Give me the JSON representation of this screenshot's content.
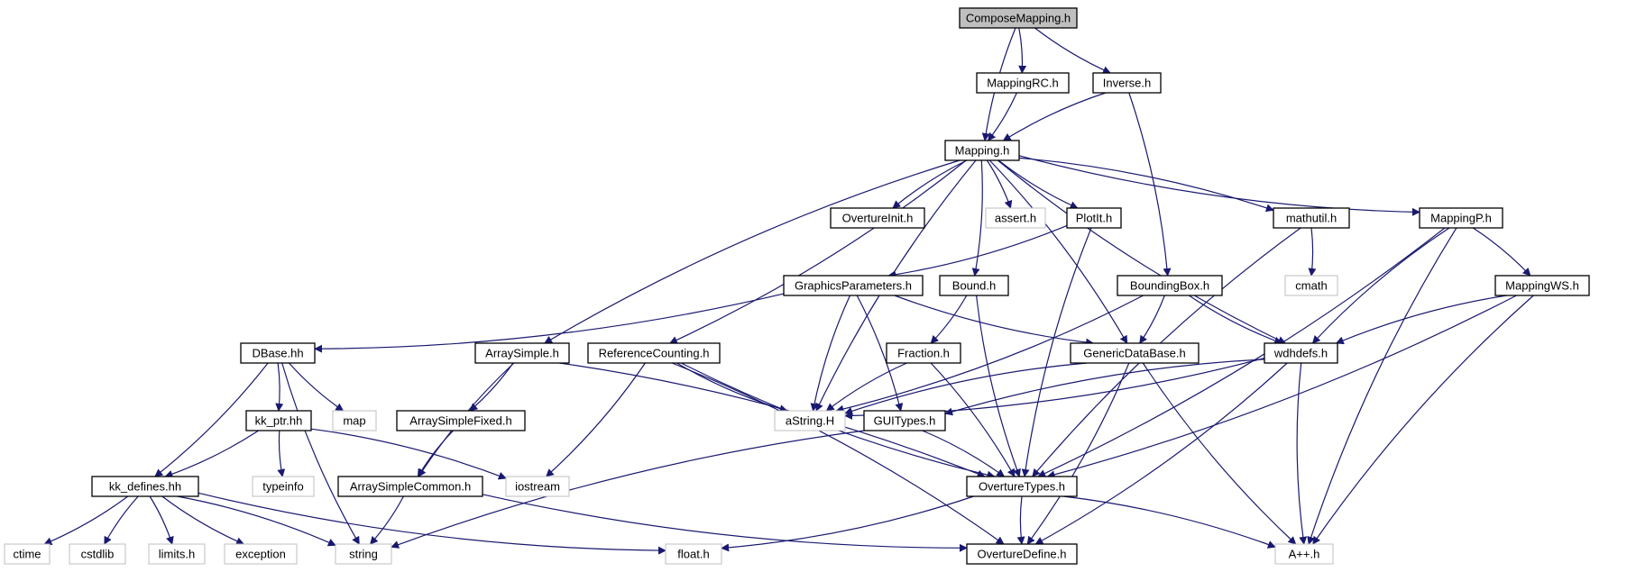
{
  "title": "ComposeMapping.h",
  "nodes": [
    {
      "id": "composemapping",
      "label": "ComposeMapping.h",
      "kind": "root"
    },
    {
      "id": "mappingrc",
      "label": "MappingRC.h",
      "kind": "header"
    },
    {
      "id": "inverse",
      "label": "Inverse.h",
      "kind": "header"
    },
    {
      "id": "mapping",
      "label": "Mapping.h",
      "kind": "header"
    },
    {
      "id": "overtureinit",
      "label": "OvertureInit.h",
      "kind": "header"
    },
    {
      "id": "assert",
      "label": "assert.h",
      "kind": "system"
    },
    {
      "id": "plotit",
      "label": "PlotIt.h",
      "kind": "header"
    },
    {
      "id": "mathutil",
      "label": "mathutil.h",
      "kind": "header"
    },
    {
      "id": "mappingp",
      "label": "MappingP.h",
      "kind": "header"
    },
    {
      "id": "cmath",
      "label": "cmath",
      "kind": "system"
    },
    {
      "id": "graphicsparameters",
      "label": "GraphicsParameters.h",
      "kind": "header"
    },
    {
      "id": "bound",
      "label": "Bound.h",
      "kind": "header"
    },
    {
      "id": "boundingbox",
      "label": "BoundingBox.h",
      "kind": "header"
    },
    {
      "id": "mappingws",
      "label": "MappingWS.h",
      "kind": "header"
    },
    {
      "id": "dbase",
      "label": "DBase.hh",
      "kind": "header"
    },
    {
      "id": "arraysimple",
      "label": "ArraySimple.h",
      "kind": "header"
    },
    {
      "id": "referencecounting",
      "label": "ReferenceCounting.h",
      "kind": "header"
    },
    {
      "id": "fraction",
      "label": "Fraction.h",
      "kind": "header"
    },
    {
      "id": "genericdatabase",
      "label": "GenericDataBase.h",
      "kind": "header"
    },
    {
      "id": "wdhdefs",
      "label": "wdhdefs.h",
      "kind": "header"
    },
    {
      "id": "kkptr",
      "label": "kk_ptr.hh",
      "kind": "header"
    },
    {
      "id": "map",
      "label": "map",
      "kind": "system"
    },
    {
      "id": "arraysimplefixed",
      "label": "ArraySimpleFixed.h",
      "kind": "header"
    },
    {
      "id": "astring",
      "label": "aString.H",
      "kind": "system"
    },
    {
      "id": "guitypes",
      "label": "GUITypes.h",
      "kind": "header"
    },
    {
      "id": "typeinfo",
      "label": "typeinfo",
      "kind": "system"
    },
    {
      "id": "iostream",
      "label": "iostream",
      "kind": "system"
    },
    {
      "id": "kkdefines",
      "label": "kk_defines.hh",
      "kind": "header"
    },
    {
      "id": "arraysimplecommon",
      "label": "ArraySimpleCommon.h",
      "kind": "header"
    },
    {
      "id": "overturetypes",
      "label": "OvertureTypes.h",
      "kind": "header"
    },
    {
      "id": "ctime",
      "label": "ctime",
      "kind": "system"
    },
    {
      "id": "cstdlib",
      "label": "cstdlib",
      "kind": "system"
    },
    {
      "id": "limits",
      "label": "limits.h",
      "kind": "system"
    },
    {
      "id": "exception",
      "label": "exception",
      "kind": "system"
    },
    {
      "id": "string",
      "label": "string",
      "kind": "system"
    },
    {
      "id": "float",
      "label": "float.h",
      "kind": "system"
    },
    {
      "id": "overturedefine",
      "label": "OvertureDefine.h",
      "kind": "header"
    },
    {
      "id": "app",
      "label": "A++.h",
      "kind": "system"
    }
  ],
  "edges": [
    [
      "composemapping",
      "mapping"
    ],
    [
      "composemapping",
      "mappingrc"
    ],
    [
      "composemapping",
      "inverse"
    ],
    [
      "mappingrc",
      "mapping"
    ],
    [
      "inverse",
      "mapping"
    ],
    [
      "inverse",
      "boundingbox"
    ],
    [
      "mapping",
      "overtureinit"
    ],
    [
      "mapping",
      "assert"
    ],
    [
      "mapping",
      "plotit"
    ],
    [
      "mapping",
      "mathutil"
    ],
    [
      "mapping",
      "mappingp"
    ],
    [
      "mapping",
      "bound"
    ],
    [
      "mapping",
      "arraysimple"
    ],
    [
      "mapping",
      "referencecounting"
    ],
    [
      "mapping",
      "astring"
    ],
    [
      "mapping",
      "genericdatabase"
    ],
    [
      "mapping",
      "wdhdefs"
    ],
    [
      "plotit",
      "graphicsparameters"
    ],
    [
      "plotit",
      "overturetypes"
    ],
    [
      "mathutil",
      "cmath"
    ],
    [
      "mathutil",
      "overturetypes"
    ],
    [
      "mappingp",
      "mappingws"
    ],
    [
      "mappingp",
      "wdhdefs"
    ],
    [
      "mappingp",
      "overturetypes"
    ],
    [
      "mappingp",
      "app"
    ],
    [
      "graphicsparameters",
      "dbase"
    ],
    [
      "graphicsparameters",
      "astring"
    ],
    [
      "graphicsparameters",
      "guitypes"
    ],
    [
      "graphicsparameters",
      "genericdatabase"
    ],
    [
      "bound",
      "fraction"
    ],
    [
      "bound",
      "overturetypes"
    ],
    [
      "boundingbox",
      "genericdatabase"
    ],
    [
      "boundingbox",
      "wdhdefs"
    ],
    [
      "boundingbox",
      "astring"
    ],
    [
      "mappingws",
      "wdhdefs"
    ],
    [
      "mappingws",
      "overturetypes"
    ],
    [
      "mappingws",
      "app"
    ],
    [
      "dbase",
      "kkptr"
    ],
    [
      "dbase",
      "map"
    ],
    [
      "dbase",
      "kkdefines"
    ],
    [
      "dbase",
      "string"
    ],
    [
      "arraysimple",
      "arraysimplefixed"
    ],
    [
      "arraysimple",
      "arraysimplecommon"
    ],
    [
      "arraysimple",
      "overturetypes"
    ],
    [
      "referencecounting",
      "astring"
    ],
    [
      "referencecounting",
      "iostream"
    ],
    [
      "referencecounting",
      "overturetypes"
    ],
    [
      "referencecounting",
      "overturedefine"
    ],
    [
      "fraction",
      "astring"
    ],
    [
      "fraction",
      "overturetypes"
    ],
    [
      "genericdatabase",
      "astring"
    ],
    [
      "genericdatabase",
      "overturedefine"
    ],
    [
      "genericdatabase",
      "app"
    ],
    [
      "wdhdefs",
      "astring"
    ],
    [
      "wdhdefs",
      "guitypes"
    ],
    [
      "wdhdefs",
      "overturedefine"
    ],
    [
      "wdhdefs",
      "app"
    ],
    [
      "kkptr",
      "kkdefines"
    ],
    [
      "kkptr",
      "typeinfo"
    ],
    [
      "kkptr",
      "iostream"
    ],
    [
      "arraysimplefixed",
      "arraysimplecommon"
    ],
    [
      "guitypes",
      "overturetypes"
    ],
    [
      "guitypes",
      "string"
    ],
    [
      "kkdefines",
      "ctime"
    ],
    [
      "kkdefines",
      "cstdlib"
    ],
    [
      "kkdefines",
      "limits"
    ],
    [
      "kkdefines",
      "exception"
    ],
    [
      "kkdefines",
      "string"
    ],
    [
      "kkdefines",
      "float"
    ],
    [
      "arraysimplecommon",
      "string"
    ],
    [
      "arraysimplecommon",
      "overturedefine"
    ],
    [
      "overturetypes",
      "float"
    ],
    [
      "overturetypes",
      "overturedefine"
    ],
    [
      "overturetypes",
      "app"
    ]
  ],
  "colors": {
    "edge": "#191970",
    "header_border": "#000000",
    "system_border": "#bfbfbf",
    "root_fill": "#bfbfbf",
    "node_fill": "#ffffff"
  }
}
